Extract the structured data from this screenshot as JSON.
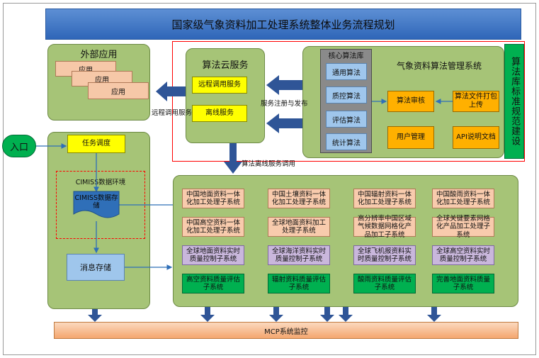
{
  "title": "国家级气象资料加工处理系统整体业务流程规划",
  "external_apps": {
    "title": "外部应用",
    "cards": [
      "应用",
      "应用",
      "应用"
    ]
  },
  "algo_cloud": {
    "title": "算法云服务",
    "remote_service": "远程调用服务",
    "offline_service": "离线服务"
  },
  "algo_mgmt": {
    "title": "气象资料算法管理系统",
    "core_lib_title": "核心算法库",
    "core_algos": [
      "通用算法",
      "质控算法",
      "评估算法",
      "统计算法"
    ],
    "review": "算法审核",
    "package_upload": "算法文件打包上传",
    "user_mgmt": "用户管理",
    "api_doc": "API说明文档"
  },
  "side_label": "算法库标准规范建设",
  "entry": "入口",
  "left_system": {
    "task": "任务调度",
    "env_label": "CIMISS数据环境",
    "storage": "CIMISS数据存储",
    "message": "消息存储"
  },
  "labels": {
    "remote_call": "远程调用服务",
    "register_publish": "服务注册与发布",
    "offline_call": "算法离线服务调用"
  },
  "subsystems": [
    [
      "中国地面资料一体化加工处理子系统",
      "中国土壤资料一体化加工处理子系统",
      "中国辐射资料一体化加工处理子系统",
      "中国酸雨资料一体化加工处理子系统"
    ],
    [
      "中国高空资料一体化加工处理子系统",
      "全球地面资料加工处理子系统",
      "高分辨率中国区域气候数据网格化产品加工子系统",
      "全球关键要素网格化产品加工处理子系统"
    ],
    [
      "全球地面资料实时质量控制子系统",
      "全球海洋资料实时质量控制子系统",
      "全球飞机报资料实时质量控制子系统",
      "全球高空资料实时质量控制子系统"
    ],
    [
      "高空资料质量评估子系统",
      "辐射资料质量评估子系统",
      "酸雨资料质量评估子系统",
      "完善地面资料质量子系统"
    ]
  ],
  "mcp": "MCP系统监控",
  "colors": {
    "panel_green": "#a6c477",
    "title_blue": "#2f66b8",
    "arrow_blue": "#2f5597",
    "red_border": "#ff0000"
  }
}
